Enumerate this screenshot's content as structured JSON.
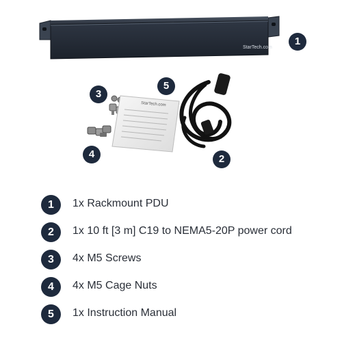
{
  "photo": {
    "pdu_brand": "StarTech.com",
    "manual_brand": "StarTech.com",
    "callouts": [
      "1",
      "2",
      "3",
      "4",
      "5"
    ]
  },
  "legend": [
    {
      "num": "1",
      "text": "1x  Rackmount PDU"
    },
    {
      "num": "2",
      "text": "1x  10 ft [3 m] C19 to NEMA5-20P power cord"
    },
    {
      "num": "3",
      "text": "4x  M5 Screws"
    },
    {
      "num": "4",
      "text": "4x  M5 Cage Nuts"
    },
    {
      "num": "5",
      "text": "1x  Instruction Manual"
    }
  ],
  "colors": {
    "badge": "#1e2a3d",
    "pdu_body": "#2b3340",
    "text": "#2a2f38"
  }
}
